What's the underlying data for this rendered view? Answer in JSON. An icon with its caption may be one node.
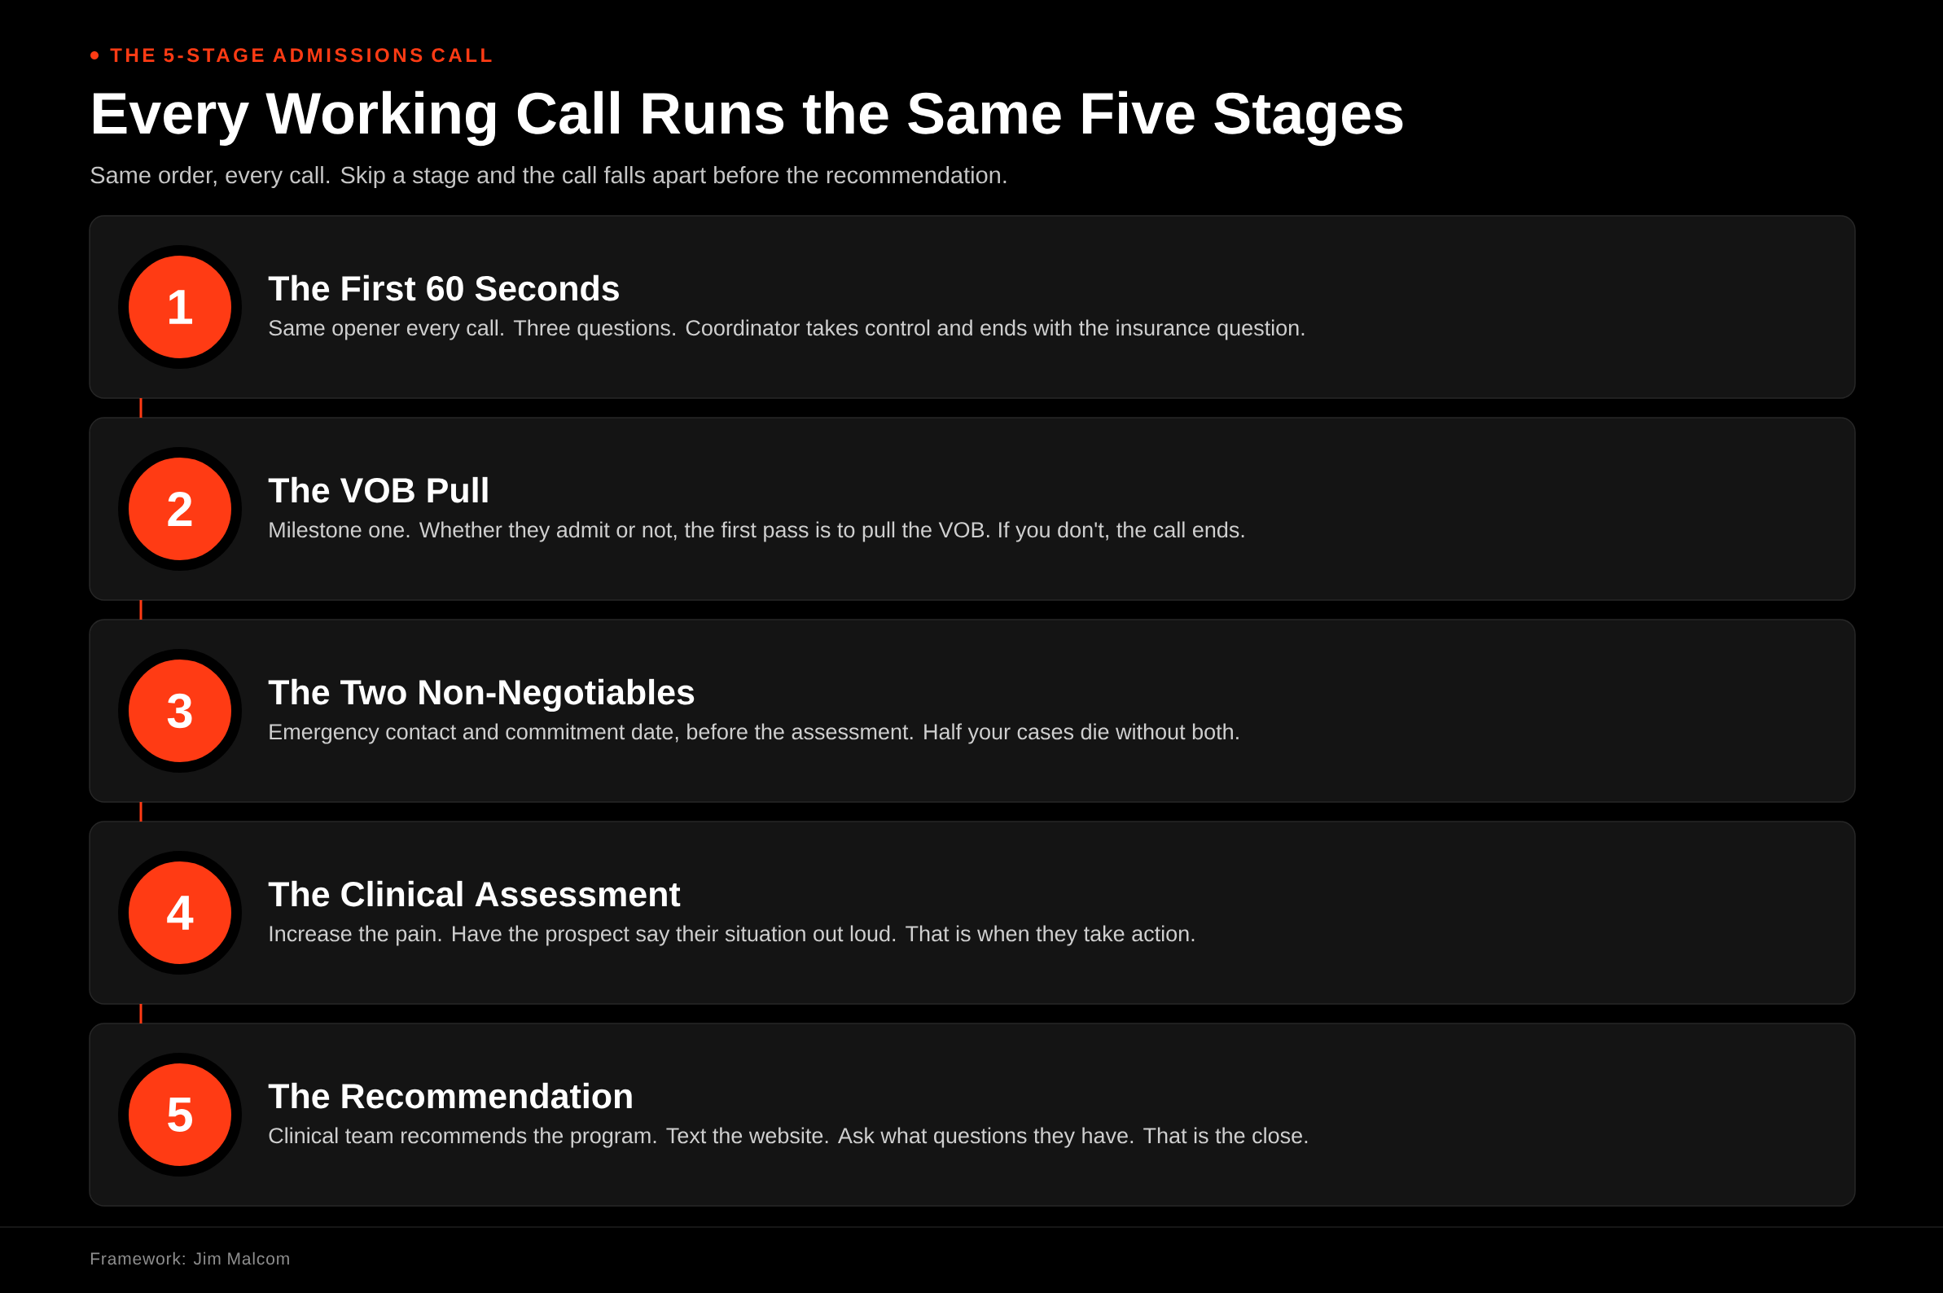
{
  "diagram": {
    "title": "Every Working Call Runs the Same Five Stages",
    "nodes": [
      {
        "text": [
          "The First 60 Seconds",
          "Same opener every call. Three questions. Coordinator takes control and ends with the insurance question."
        ]
      },
      {
        "text": [
          "1"
        ],
        "in": 0
      },
      {
        "text": [
          "The VOB Pull",
          "Milestone one. Whether they admit or not, the first pass is to pull the VOB. If you don't, the call ends."
        ]
      },
      {
        "text": [
          "2"
        ],
        "in": 2
      },
      {
        "text": [
          "The Two Non-Negotiables",
          "Emergency contact and commitment date, before the assessment. Half your cases die without both."
        ]
      },
      {
        "text": [
          "3"
        ],
        "in": 4
      },
      {
        "text": [
          "The Clinical Assessment",
          "Increase the pain. Have the prospect say their situation out loud. That is when they take action."
        ]
      },
      {
        "text": [
          "4"
        ],
        "in": 6
      },
      {
        "text": [
          "The Recommendation",
          "Clinical team recommends the program. Text the website. Ask what questions they have. That is the close."
        ]
      },
      {
        "text": [
          "5"
        ],
        "in": 8
      }
    ],
    "edges": [
      {
        "from": 0,
        "to": 2,
        "arrow": "none"
      },
      {
        "from": 2,
        "to": 4,
        "arrow": "none"
      },
      {
        "from": 4,
        "to": 6,
        "arrow": "none"
      },
      {
        "from": 6,
        "to": 8,
        "arrow": "none"
      }
    ],
    "labels": [
      "THE 5-STAGE ADMISSIONS CALL",
      "Same order, every call. Skip a stage and the call falls apart before the recommendation.",
      "Framework: Jim Malcom"
    ]
  }
}
